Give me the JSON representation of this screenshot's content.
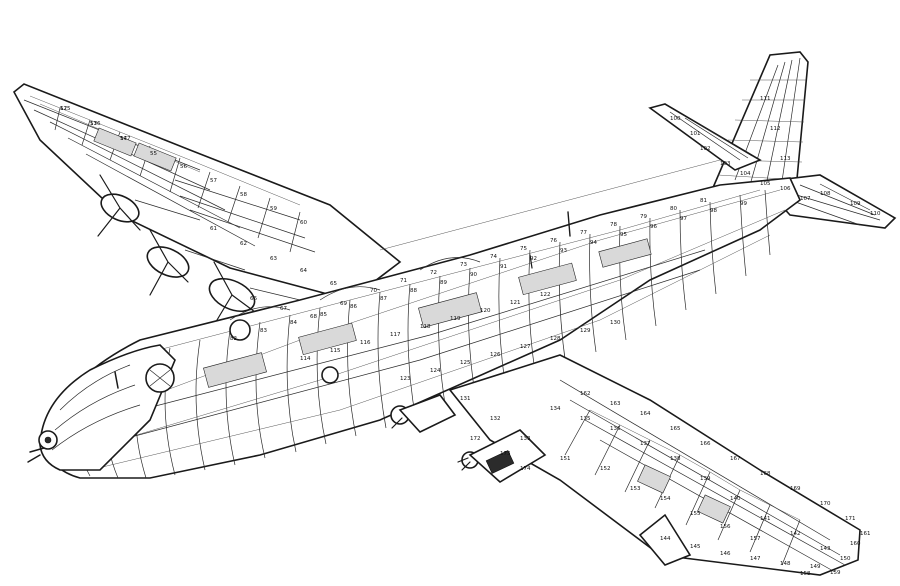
{
  "callouts": [
    "52",
    "53",
    "54",
    "55",
    "56",
    "57",
    "58",
    "59",
    "60",
    "61",
    "62",
    "63",
    "64",
    "65",
    "66",
    "67",
    "68",
    "69",
    "70",
    "71",
    "72",
    "73",
    "74",
    "75",
    "76",
    "77",
    "78",
    "79",
    "80",
    "81",
    "82",
    "83",
    "84",
    "85",
    "86",
    "87",
    "88",
    "89",
    "90",
    "91",
    "92",
    "93",
    "94",
    "95",
    "96",
    "97",
    "98",
    "99",
    "100",
    "101",
    "102",
    "103",
    "104",
    "105",
    "106",
    "107",
    "108",
    "109",
    "110",
    "111",
    "112",
    "113",
    "114",
    "115",
    "116",
    "117",
    "118",
    "119",
    "120",
    "121",
    "122",
    "123",
    "124",
    "125",
    "126",
    "127",
    "128",
    "129",
    "130",
    "131",
    "132",
    "133",
    "134",
    "135",
    "136",
    "137",
    "138",
    "139",
    "140",
    "141",
    "142",
    "143",
    "144",
    "145",
    "146",
    "147",
    "148",
    "149",
    "150",
    "151",
    "152",
    "153",
    "154",
    "155",
    "156",
    "157",
    "158",
    "159",
    "160",
    "161",
    "162",
    "163",
    "164",
    "165",
    "166",
    "167",
    "168",
    "169",
    "170",
    "171",
    "172",
    "173",
    "174",
    "175",
    "176",
    "177"
  ],
  "colors": {
    "ink": "#1a1a1a",
    "paper": "#ffffff"
  }
}
